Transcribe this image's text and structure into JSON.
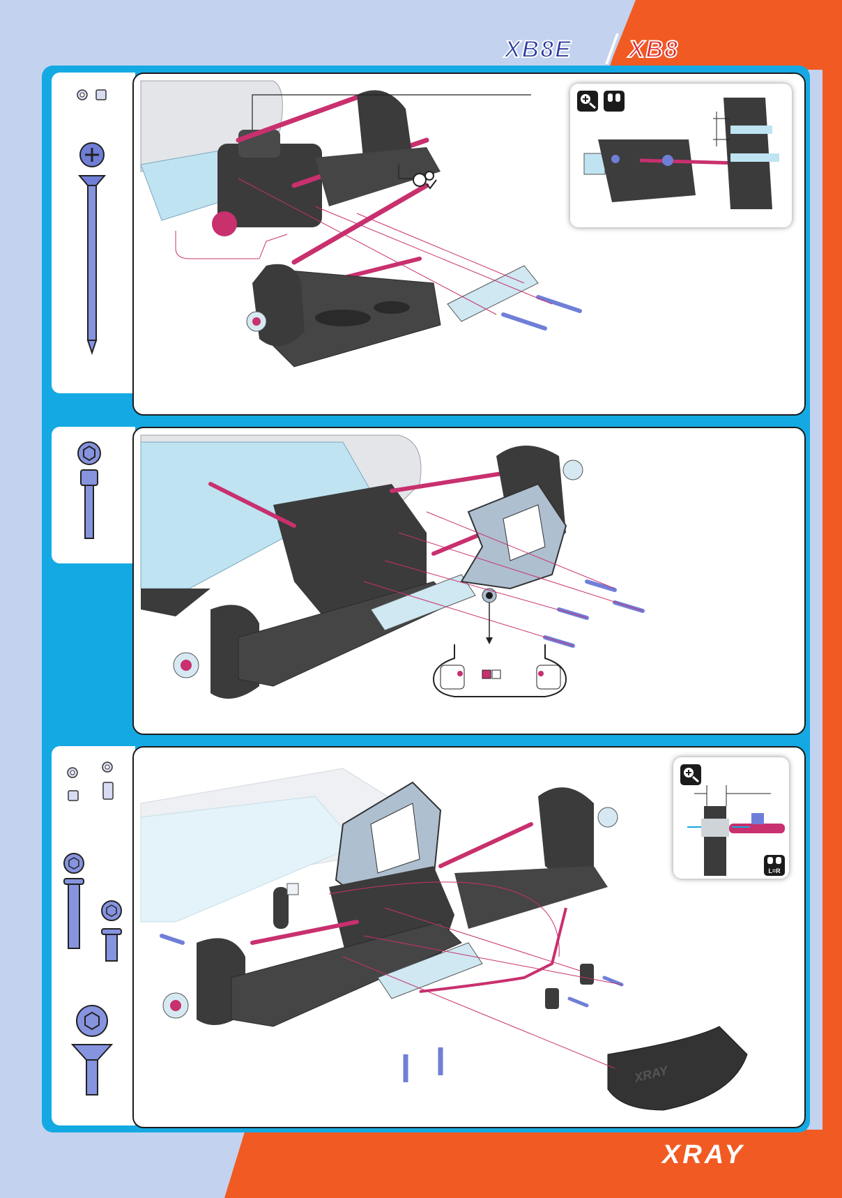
{
  "header": {
    "logo_left": "XB8E",
    "logo_right": "XB8",
    "colors": {
      "left": "#2a3a9e",
      "right": "#e2272c"
    }
  },
  "footer": {
    "brand": "XRAY"
  },
  "colors": {
    "page_bg": "#c3d2ee",
    "accent_orange": "#f15a22",
    "frame_blue": "#14a9e3",
    "part_pink": "#c8306e",
    "part_lightblue": "#9fd6ea",
    "part_dark": "#3b3b3b",
    "screw_blue": "#6f7fd8"
  },
  "steps": [
    {
      "parts_icons": [
        "washer-icon",
        "spacer-icon",
        "long-pin-icon"
      ],
      "inset_icons": [
        "magnifier-icon",
        "pair-parts-icon"
      ],
      "callout_icon": "gear-check-icon"
    },
    {
      "parts_icons": [
        "cap-screw-icon"
      ],
      "detail_icons": [
        "shock-tower-hole-detail-icon"
      ]
    },
    {
      "parts_icons": [
        "small-washer-icon",
        "small-spacer-icon",
        "pin-icon",
        "cap-screw-icon",
        "countersunk-screw-icon"
      ],
      "inset_icons": [
        "magnifier-icon",
        "left-right-icon"
      ],
      "inset_badge": "L=R",
      "bumper_text": "XRAY"
    }
  ]
}
